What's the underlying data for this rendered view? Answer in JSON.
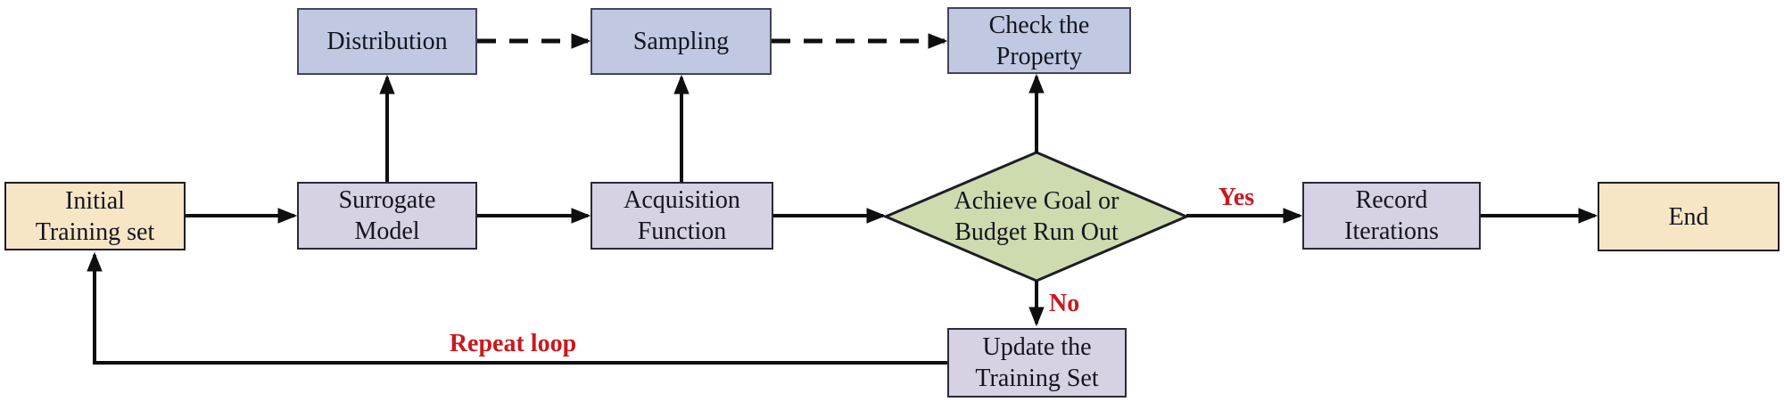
{
  "nodes": {
    "initial": {
      "label": "Initial\nTraining set",
      "shape": "rect",
      "fill": "#f7e6c5"
    },
    "distribution": {
      "label": "Distribution",
      "shape": "rect",
      "fill": "#c0c8e2"
    },
    "sampling": {
      "label": "Sampling",
      "shape": "rect",
      "fill": "#c0c8e2"
    },
    "check_property": {
      "label": "Check the\nProperty",
      "shape": "rect",
      "fill": "#c0c8e2"
    },
    "surrogate": {
      "label": "Surrogate\nModel",
      "shape": "rect",
      "fill": "#d6d1e3"
    },
    "acquisition": {
      "label": "Acquisition\nFunction",
      "shape": "rect",
      "fill": "#d6d1e3"
    },
    "decision": {
      "label": "Achieve Goal or\nBudget Run Out",
      "shape": "diamond",
      "fill": "#cddbaf"
    },
    "record": {
      "label": "Record\nIterations",
      "shape": "rect",
      "fill": "#d6d1e3"
    },
    "end": {
      "label": "End",
      "shape": "rect",
      "fill": "#f7e6c5"
    },
    "update": {
      "label": "Update the\nTraining Set",
      "shape": "rect",
      "fill": "#d6d1e3"
    }
  },
  "edge_labels": {
    "yes": "Yes",
    "no": "No",
    "repeat": "Repeat loop"
  },
  "colors": {
    "tan_fill": "#f7e6c5",
    "blue_fill": "#c0c8e2",
    "lavender_fill": "#d6d1e3",
    "green_fill": "#cddbaf",
    "edge_label_red": "#c9191e",
    "connector_black": "#0f0f0f",
    "text_dark": "#14141e",
    "background": "#ffffff"
  }
}
